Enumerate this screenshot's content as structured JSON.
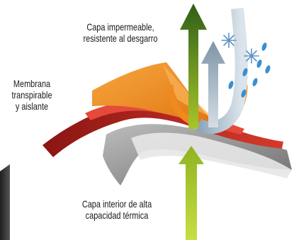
{
  "labels": {
    "top_layer": [
      "Capa impermeable,",
      "resistente al desgarro"
    ],
    "middle_layer": [
      "Membrana",
      "transpirable",
      "y aislante"
    ],
    "bottom_layer": [
      "Capa interior de alta",
      "capacidad térmica"
    ]
  },
  "icons": {
    "snowflake": "snowflake-icon",
    "raindrop": "raindrop-icon"
  },
  "colors": {
    "top_layer": "#ef8a1e",
    "middle_layer": "#b3231d",
    "bottom_layer": "#8f8f8f",
    "arrow_green_dark": "#2f5e17",
    "arrow_lime": "#a8c62b",
    "arrow_steel": "#7e95a8",
    "rain": "#3b8fd0"
  }
}
